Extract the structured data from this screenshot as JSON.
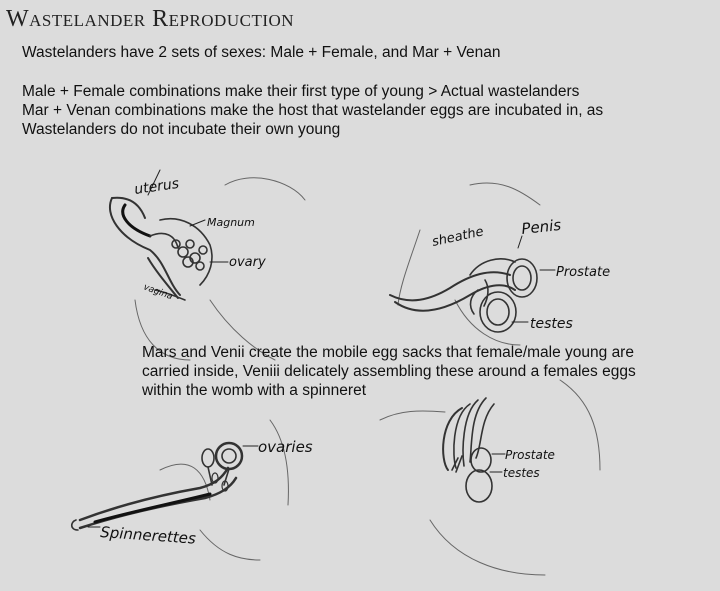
{
  "title": "Wastelander Reproduction",
  "intro": {
    "line1": "Wastelanders have 2 sets of sexes: Male + Female, and Mar + Venan",
    "line2": "Male + Female combinations make their first type of young > Actual wastelanders",
    "line3": "Mar + Venan combinations make the host that wastelander eggs are incubated in, as Wastelanders do not incubate their own young"
  },
  "middle_text": "Mars and Venii create the mobile egg sacks that female/male young are carried inside, Veniii delicately assembling these around a females eggs within the womb with a spinneret",
  "labels": {
    "female": {
      "uterus": "uterus",
      "magnum": "Magnum",
      "ovary": "ovary",
      "vagina": "vagina"
    },
    "male": {
      "sheathe": "sheathe",
      "penis": "Penis",
      "prostate": "Prostate",
      "testes": "testes"
    },
    "venan": {
      "ovaries": "ovaries",
      "spinnerettes": "Spinnerettes"
    },
    "mar": {
      "prostate": "Prostate",
      "testes": "testes"
    }
  }
}
